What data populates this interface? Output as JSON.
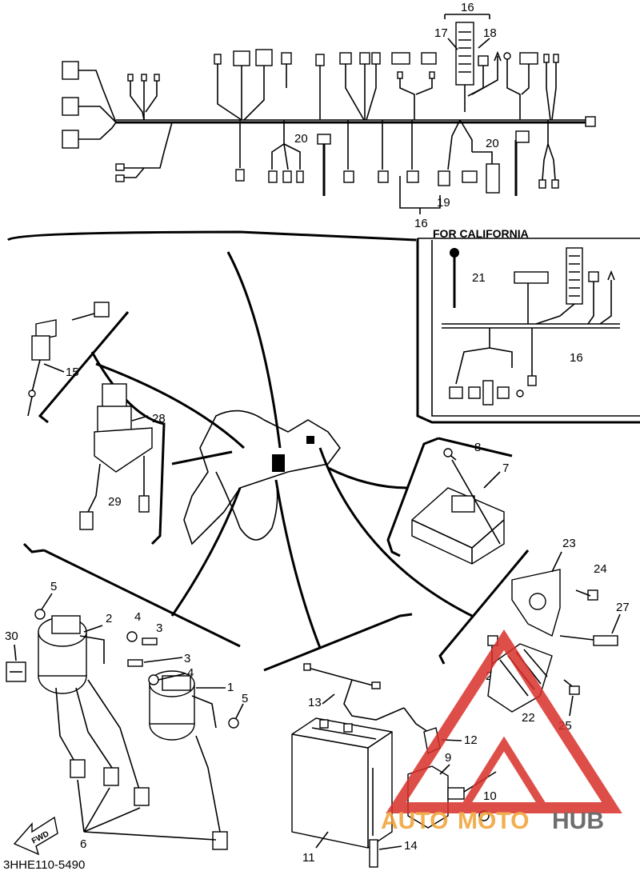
{
  "callouts": {
    "n1": "1",
    "n2": "2",
    "n3a": "3",
    "n3b": "3",
    "n4a": "4",
    "n4b": "4",
    "n5a": "5",
    "n5b": "5",
    "n6": "6",
    "n7": "7",
    "n8": "8",
    "n9": "9",
    "n10": "10",
    "n11": "11",
    "n12": "12",
    "n13": "13",
    "n14": "14",
    "n15": "15",
    "n16a": "16",
    "n16b": "16",
    "n16c": "16",
    "n17": "17",
    "n18": "18",
    "n19": "19",
    "n20a": "20",
    "n20b": "20",
    "n21": "21",
    "n22": "22",
    "n23": "23",
    "n24": "24",
    "n25": "25",
    "n26": "26",
    "n27": "27",
    "n28": "28",
    "n29": "29",
    "n30": "30"
  },
  "california_caption": "FOR CALIFORNIA",
  "fwd_arrow_label": "FWD",
  "diagram_code": "3HHE110-5490",
  "watermark": {
    "part1": "AUTO",
    "part2": "MOTO",
    "part3": "HUB"
  },
  "colors": {
    "line": "#000000",
    "watermark_red": "#d9302a",
    "watermark_orange": "#f0a030",
    "watermark_gray": "#555555"
  }
}
